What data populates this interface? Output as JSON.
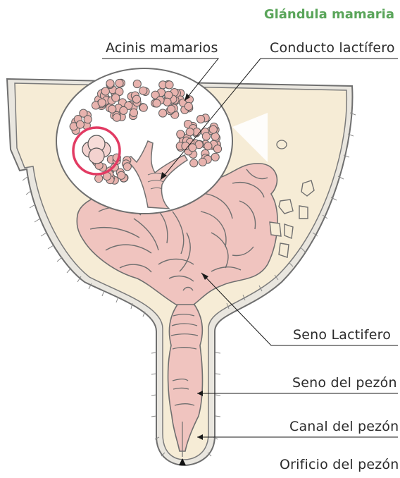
{
  "title": "Glándula mamaria",
  "labels": {
    "acinis": "Acinis mamarios",
    "conducto": "Conducto lactífero",
    "seno_lactifero": "Seno Lactifero",
    "seno_pezon": "Seno del pezón",
    "canal_pezon": "Canal del pezón",
    "orificio_pezon": "Orificio del pezón"
  },
  "colors": {
    "title": "#5aa55a",
    "udder_fill": "#f6ecd6",
    "outline": "#6f6f6f",
    "tissue": "#f0c4bf",
    "tissue_dark": "#c98e8a",
    "highlight": "#e23b63"
  }
}
